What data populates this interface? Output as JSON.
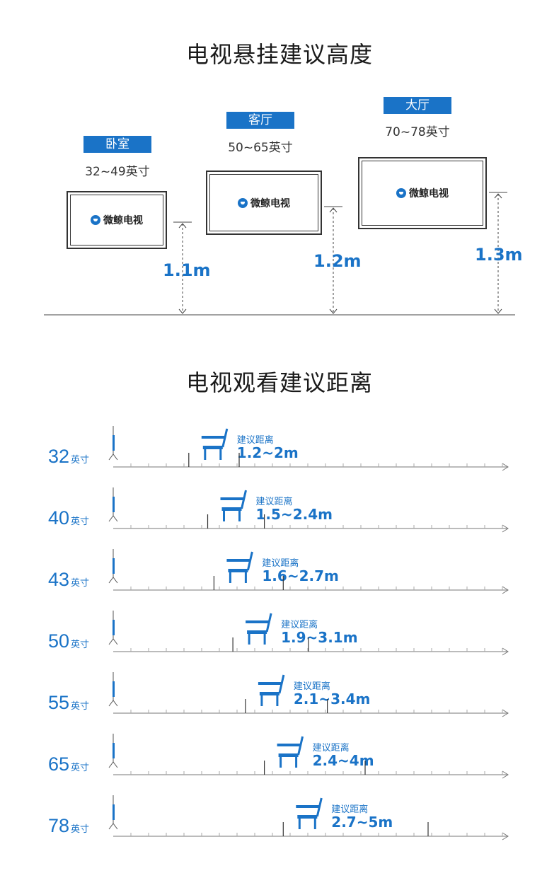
{
  "section1": {
    "title": "电视悬挂建议高度",
    "brand": "微鲸电视",
    "rooms": [
      {
        "name": "卧室",
        "size": "32~49英寸",
        "height": "1.1m"
      },
      {
        "name": "客厅",
        "size": "50~65英寸",
        "height": "1.2m"
      },
      {
        "name": "大厅",
        "size": "70~78英寸",
        "height": "1.3m"
      }
    ]
  },
  "section2": {
    "title": "电视观看建议距离",
    "rec_label": "建议距离",
    "unit": "英寸",
    "rows": [
      {
        "size": "32",
        "distance": "1.2~2m",
        "min": 1.2,
        "max": 2.0
      },
      {
        "size": "40",
        "distance": "1.5~2.4m",
        "min": 1.5,
        "max": 2.4
      },
      {
        "size": "43",
        "distance": "1.6~2.7m",
        "min": 1.6,
        "max": 2.7
      },
      {
        "size": "50",
        "distance": "1.9~3.1m",
        "min": 1.9,
        "max": 3.1
      },
      {
        "size": "55",
        "distance": "2.1~3.4m",
        "min": 2.1,
        "max": 3.4
      },
      {
        "size": "65",
        "distance": "2.4~4m",
        "min": 2.4,
        "max": 4.0
      },
      {
        "size": "78",
        "distance": "2.7~5m",
        "min": 2.7,
        "max": 5.0
      }
    ]
  },
  "colors": {
    "accent": "#1a73c7",
    "line": "#666666"
  },
  "icons": [
    "chair-icon",
    "tv-side-icon",
    "brand-logo-icon",
    "arrow-right-icon"
  ]
}
